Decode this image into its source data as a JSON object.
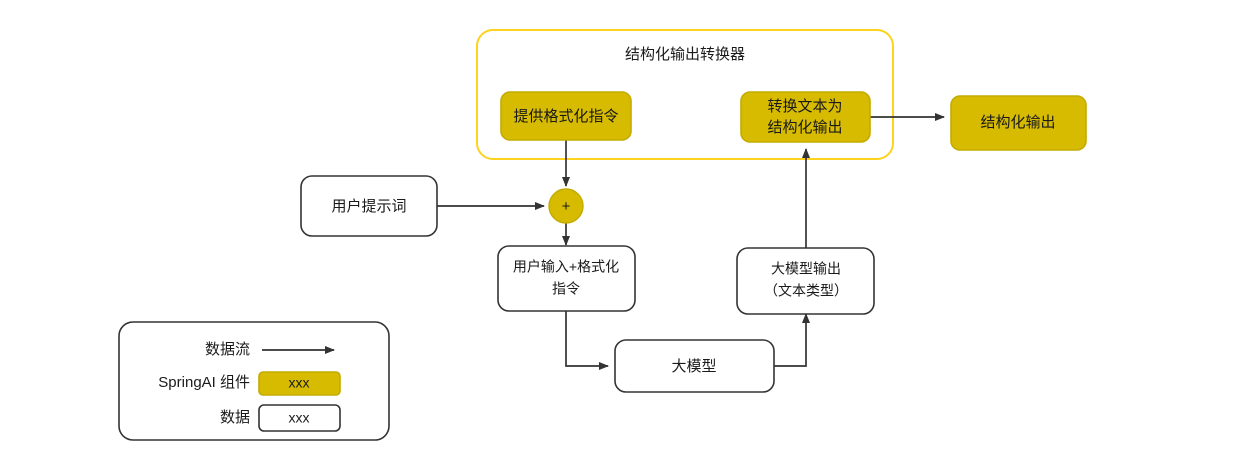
{
  "diagram": {
    "title_group": "结构化输出转换器",
    "nodes": {
      "provide_format_instructions": "提供格式化指令",
      "convert_text_line1": "转换文本为",
      "convert_text_line2": "结构化输出",
      "structured_output": "结构化输出",
      "user_prompt": "用户提示词",
      "plus_junction": "+",
      "user_input_line1": "用户输入+格式化",
      "user_input_line2": "指令",
      "llm": "大模型",
      "llm_output_line1": "大模型输出",
      "llm_output_line2": "（文本类型）"
    },
    "legend": {
      "row_dataflow_label": "数据流",
      "row_component_label": "SpringAI 组件",
      "row_component_value": "xxx",
      "row_data_label": "数据",
      "row_data_value": "xxx"
    },
    "colors": {
      "component_fill": "#d6bb00",
      "component_stroke": "#c4ab00",
      "group_border": "#ffd21e",
      "line": "#333333",
      "data_fill": "#ffffff",
      "text": "#1a1a1a"
    }
  }
}
